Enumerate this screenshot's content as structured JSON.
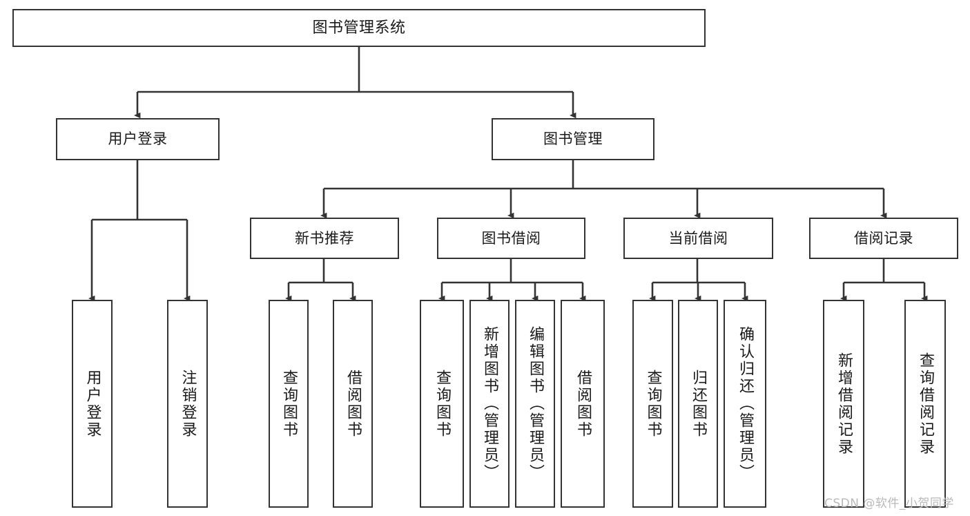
{
  "diagram": {
    "type": "tree",
    "title": "图书管理系统",
    "watermark": "CSDN @软件_小贺同学",
    "colors": {
      "box_border": "#333333",
      "box_fill": "#ffffff",
      "edge": "#333333",
      "text": "#1a1a1a",
      "watermark": "#b9b9b9",
      "background": "#ffffff"
    },
    "nodes": {
      "root": {
        "label": "图书管理系统"
      },
      "level2": [
        {
          "id": "user-login",
          "label": "用户登录"
        },
        {
          "id": "book-manage",
          "label": "图书管理"
        }
      ],
      "level3": [
        {
          "id": "new-book-recommend",
          "label": "新书推荐"
        },
        {
          "id": "book-borrow",
          "label": "图书借阅"
        },
        {
          "id": "current-borrow",
          "label": "当前借阅"
        },
        {
          "id": "borrow-record",
          "label": "借阅记录"
        }
      ],
      "leaves": {
        "user-login": [
          {
            "id": "leaf-user-login",
            "label": "用户登录"
          },
          {
            "id": "leaf-logout-login",
            "label": "注销登录"
          }
        ],
        "new-book-recommend": [
          {
            "id": "leaf-query-book-1",
            "label": "查询图书"
          },
          {
            "id": "leaf-borrow-book-1",
            "label": "借阅图书"
          }
        ],
        "book-borrow": [
          {
            "id": "leaf-query-book-2",
            "label": "查询图书"
          },
          {
            "id": "leaf-add-book",
            "label": "新增图书（管理员）"
          },
          {
            "id": "leaf-edit-book",
            "label": "编辑图书（管理员）"
          },
          {
            "id": "leaf-borrow-book-2",
            "label": "借阅图书"
          }
        ],
        "current-borrow": [
          {
            "id": "leaf-query-book-3",
            "label": "查询图书"
          },
          {
            "id": "leaf-return-book",
            "label": "归还图书"
          },
          {
            "id": "leaf-confirm-return",
            "label": "确认归还（管理员）"
          }
        ],
        "borrow-record": [
          {
            "id": "leaf-add-record",
            "label": "新增借阅记录"
          },
          {
            "id": "leaf-query-record",
            "label": "查询借阅记录"
          }
        ]
      }
    }
  }
}
